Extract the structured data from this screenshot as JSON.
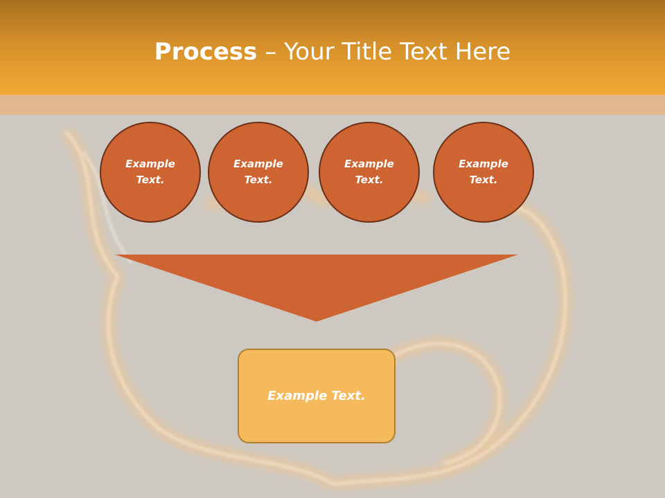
{
  "title": {
    "bold_part": "Process",
    "separator": " – ",
    "rest": "Your Title Text Here"
  },
  "process_steps": [
    {
      "line1": "Example",
      "line2": "Text."
    },
    {
      "line1": "Example",
      "line2": "Text."
    },
    {
      "line1": "Example",
      "line2": "Text."
    },
    {
      "line1": "Example",
      "line2": "Text."
    }
  ],
  "result": {
    "label": "Example Text."
  },
  "colors": {
    "header_top": "#a8701f",
    "header_bottom": "#f3a934",
    "background": "#cdc9c2",
    "circle_fill": "#cd6432",
    "circle_border": "#6b2f17",
    "funnel_fill": "#cd6432",
    "result_fill": "#f4ba5c",
    "result_border": "#b07f30"
  },
  "decor": {
    "background_image": "fire-ring-icon"
  }
}
